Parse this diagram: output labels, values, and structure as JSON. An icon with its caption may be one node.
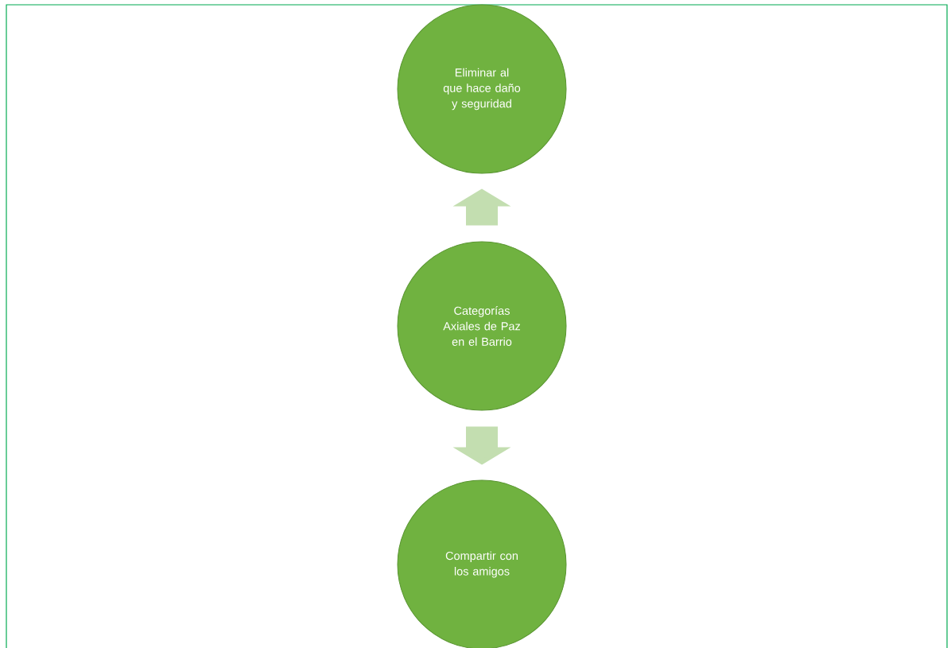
{
  "diagram": {
    "nodes": [
      {
        "text": [
          "Eliminar al que hace daño y seguridad"
        ]
      },
      {
        "text": [
          "Categorías Axiales de Paz en el Barrio"
        ]
      },
      {
        "text": [
          "Compartir con los amigos"
        ]
      }
    ],
    "edges": [
      {
        "from": 1,
        "to": 0,
        "arrow": "to"
      },
      {
        "from": 1,
        "to": 2,
        "arrow": "to"
      }
    ]
  }
}
